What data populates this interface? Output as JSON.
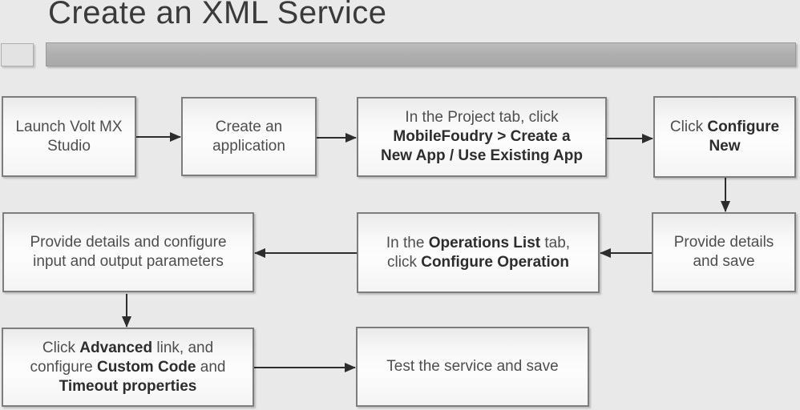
{
  "page": {
    "title": "Create an XML Service",
    "background_color": "#e9e9e9"
  },
  "header": {
    "square_color": "#e3e3e3",
    "bar_color": "#b0b0b0"
  },
  "colors": {
    "node_border": "#7d7d7d",
    "node_fill": "#f8f8f8",
    "text_regular": "#4e4e4e",
    "text_bold": "#2d2d2d",
    "arrow": "#2d2d2d"
  },
  "flowchart": {
    "nodes": [
      {
        "id": "launch-volt-mx-studio",
        "lines": [
          [
            {
              "t": "Launch Volt MX",
              "b": false
            }
          ],
          [
            {
              "t": "Studio",
              "b": false
            }
          ]
        ]
      },
      {
        "id": "create-an-application",
        "lines": [
          [
            {
              "t": "Create an",
              "b": false
            }
          ],
          [
            {
              "t": "application",
              "b": false
            }
          ]
        ]
      },
      {
        "id": "project-tab-mobilefoundry",
        "lines": [
          [
            {
              "t": "In the Project tab, click",
              "b": false
            }
          ],
          [
            {
              "t": "MobileFoudry > Create a",
              "b": true
            }
          ],
          [
            {
              "t": "New App / Use Existing App",
              "b": true
            }
          ]
        ]
      },
      {
        "id": "click-configure-new",
        "lines": [
          [
            {
              "t": "Click ",
              "b": false
            },
            {
              "t": "Configure",
              "b": true
            }
          ],
          [
            {
              "t": "New",
              "b": true
            }
          ]
        ]
      },
      {
        "id": "provide-details-and-save",
        "lines": [
          [
            {
              "t": "Provide details",
              "b": false
            }
          ],
          [
            {
              "t": "and save",
              "b": false
            }
          ]
        ]
      },
      {
        "id": "operations-list-configure-operation",
        "lines": [
          [
            {
              "t": "In the ",
              "b": false
            },
            {
              "t": "Operations List",
              "b": true
            },
            {
              "t": " tab,",
              "b": false
            }
          ],
          [
            {
              "t": "click ",
              "b": false
            },
            {
              "t": "Configure Operation",
              "b": true
            }
          ]
        ]
      },
      {
        "id": "provide-details-configure-parameters",
        "lines": [
          [
            {
              "t": "Provide details and configure",
              "b": false
            }
          ],
          [
            {
              "t": "input and output parameters",
              "b": false
            }
          ]
        ]
      },
      {
        "id": "advanced-custom-code-timeout",
        "lines": [
          [
            {
              "t": "Click ",
              "b": false
            },
            {
              "t": "Advanced",
              "b": true
            },
            {
              "t": " link, and",
              "b": false
            }
          ],
          [
            {
              "t": "configure ",
              "b": false
            },
            {
              "t": "Custom Code",
              "b": true
            },
            {
              "t": " and",
              "b": false
            }
          ],
          [
            {
              "t": "Timeout properties",
              "b": true
            }
          ]
        ]
      },
      {
        "id": "test-service-and-save",
        "lines": [
          [
            {
              "t": "Test the service and save",
              "b": false
            }
          ]
        ]
      }
    ],
    "connectors": [
      {
        "from": "launch-volt-mx-studio",
        "to": "create-an-application",
        "direction": "right"
      },
      {
        "from": "create-an-application",
        "to": "project-tab-mobilefoundry",
        "direction": "right"
      },
      {
        "from": "project-tab-mobilefoundry",
        "to": "click-configure-new",
        "direction": "right"
      },
      {
        "from": "click-configure-new",
        "to": "provide-details-and-save",
        "direction": "down"
      },
      {
        "from": "provide-details-and-save",
        "to": "operations-list-configure-operation",
        "direction": "left"
      },
      {
        "from": "operations-list-configure-operation",
        "to": "provide-details-configure-parameters",
        "direction": "left"
      },
      {
        "from": "provide-details-configure-parameters",
        "to": "advanced-custom-code-timeout",
        "direction": "down"
      },
      {
        "from": "advanced-custom-code-timeout",
        "to": "test-service-and-save",
        "direction": "right"
      }
    ]
  }
}
